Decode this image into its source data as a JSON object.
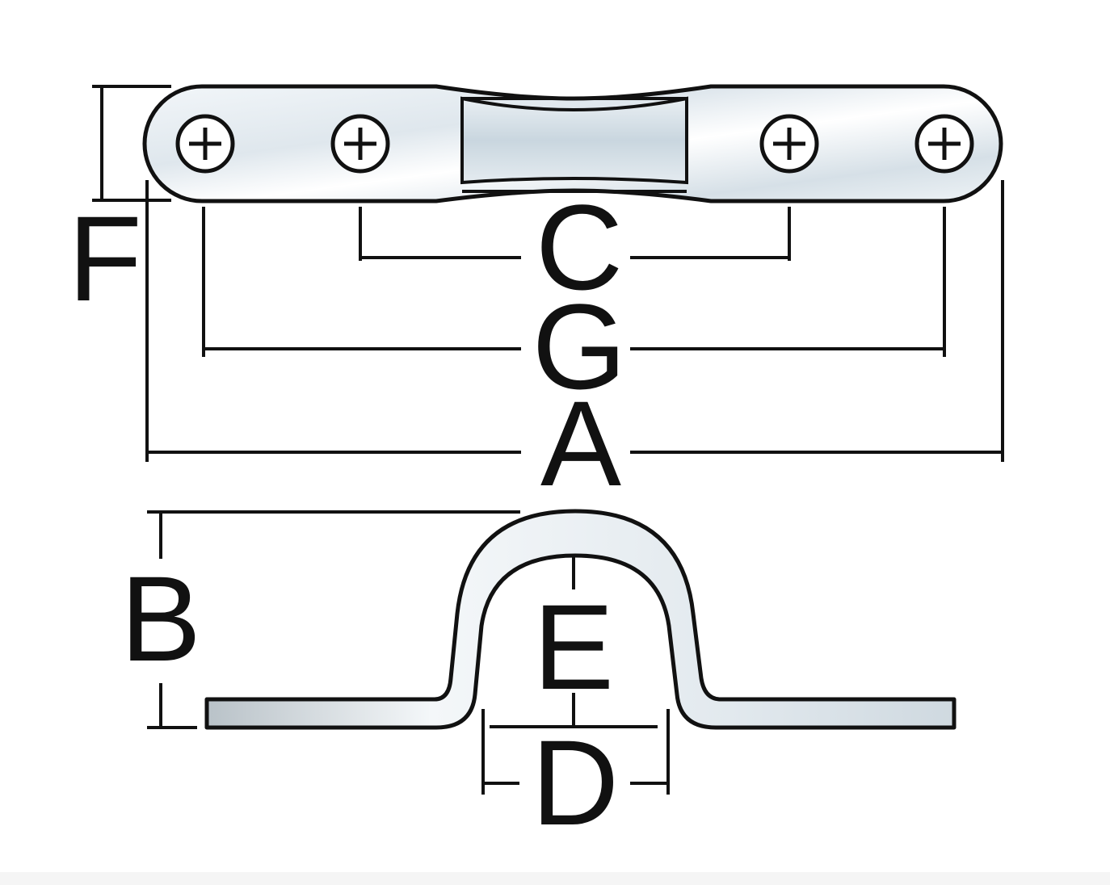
{
  "diagram": {
    "dimension_labels": {
      "a": "A",
      "b": "B",
      "c": "C",
      "d": "D",
      "e": "E",
      "f": "F",
      "g": "G"
    },
    "colors": {
      "outline": "#111111",
      "metal_light": "#f7fafc",
      "metal_mid": "#dde6ec",
      "metal_shade": "#c4d2db",
      "background": "#ffffff"
    }
  }
}
